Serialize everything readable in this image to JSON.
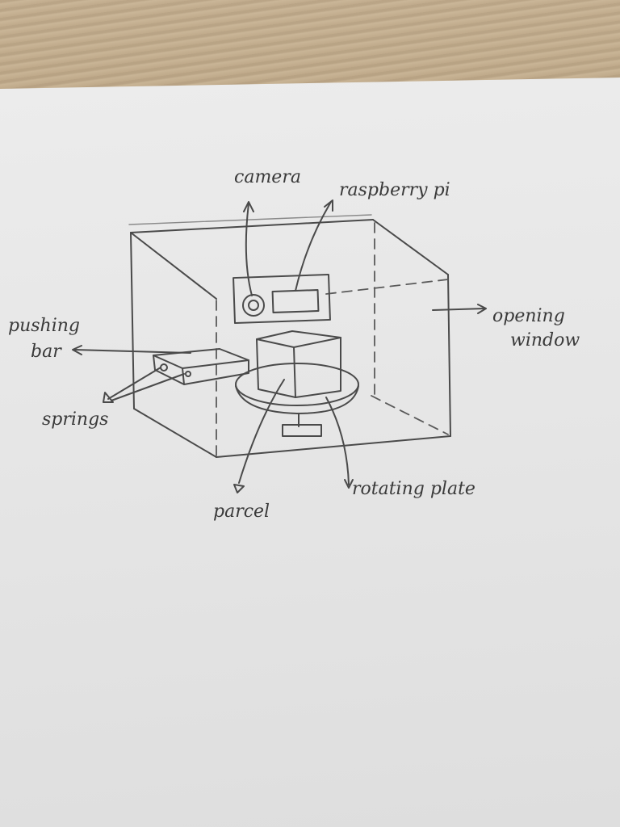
{
  "labels": {
    "camera": "camera",
    "raspberry_pi": "raspberry pi",
    "pushing_bar_line1": "pushing",
    "pushing_bar_line2": "bar",
    "springs": "springs",
    "opening_window_line1": "opening",
    "opening_window_line2": "window",
    "parcel": "parcel",
    "rotating_plate": "rotating plate"
  },
  "colors": {
    "pencil": "#4a4a4a",
    "paper": "#e6e6e6",
    "wood": "#bba582"
  }
}
